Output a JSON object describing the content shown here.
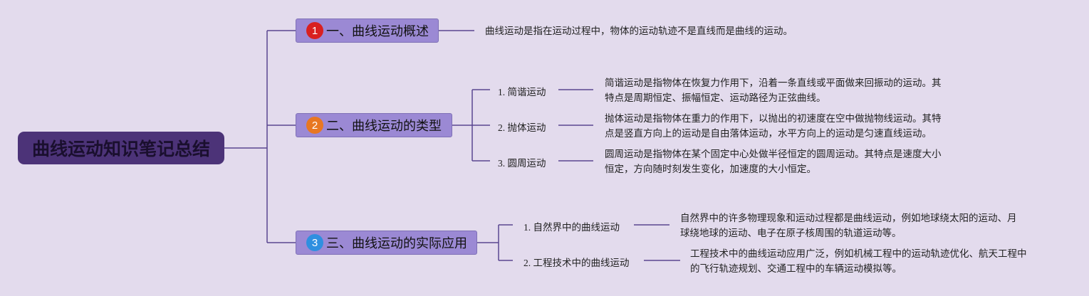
{
  "title": "曲线运动知识笔记总结",
  "branches": [
    {
      "num": "1",
      "label": "一、曲线运动概述",
      "badge_color": "#d92020",
      "desc": "曲线运动是指在运动过程中，物体的运动轨迹不是直线而是曲线的运动。"
    },
    {
      "num": "2",
      "label": "二、曲线运动的类型",
      "badge_color": "#e87722",
      "subs": [
        {
          "label": "1. 简谐运动",
          "desc1": "简谐运动是指物体在恢复力作用下，沿着一条直线或平面做来回振动的运动。其",
          "desc2": "特点是周期恒定、振幅恒定、运动路径为正弦曲线。"
        },
        {
          "label": "2. 抛体运动",
          "desc1": "抛体运动是指物体在重力的作用下，以抛出的初速度在空中做抛物线运动。其特",
          "desc2": "点是竖直方向上的运动是自由落体运动，水平方向上的运动是匀速直线运动。"
        },
        {
          "label": "3. 圆周运动",
          "desc1": "圆周运动是指物体在某个固定中心处做半径恒定的圆周运动。其特点是速度大小",
          "desc2": "恒定，方向随时刻发生变化，加速度的大小恒定。"
        }
      ]
    },
    {
      "num": "3",
      "label": "三、曲线运动的实际应用",
      "badge_color": "#2f8fe0",
      "subs": [
        {
          "label": "1. 自然界中的曲线运动",
          "desc1": "自然界中的许多物理现象和运动过程都是曲线运动，例如地球绕太阳的运动、月",
          "desc2": "球绕地球的运动、电子在原子核周围的轨道运动等。"
        },
        {
          "label": "2. 工程技术中的曲线运动",
          "desc1": "工程技术中的曲线运动应用广泛，例如机械工程中的运动轨迹优化、航天工程中",
          "desc2": "的飞行轨迹规划、交通工程中的车辆运动模拟等。"
        }
      ]
    }
  ]
}
